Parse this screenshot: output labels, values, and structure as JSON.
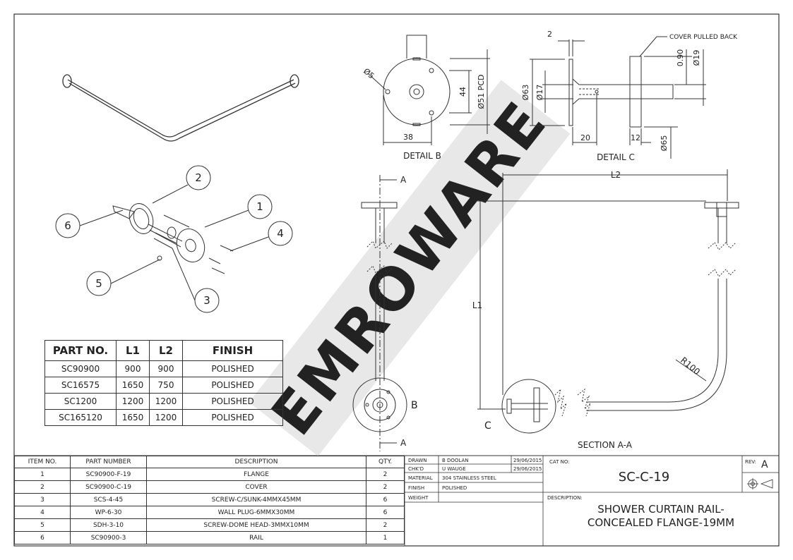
{
  "watermark": "EMROWARE",
  "details": {
    "detail_b": {
      "title": "DETAIL B",
      "dims": {
        "hole": "Ø5",
        "height": "44",
        "pcd": "Ø51 PCD",
        "width": "38"
      }
    },
    "detail_c": {
      "title": "DETAIL C",
      "dims": {
        "top": "2",
        "cover_pulled_back": "COVER PULLED BACK",
        "d63": "Ø63",
        "d17": "Ø17",
        "d090": "0.90",
        "d19": "Ø19",
        "d65": "Ø65",
        "w20": "20",
        "w12": "12"
      }
    },
    "section": {
      "title": "SECTION A-A",
      "label_a": "A",
      "label_b": "B",
      "label_c": "C",
      "l1": "L1",
      "l2": "L2",
      "radius": "R100"
    },
    "balloons": [
      "1",
      "2",
      "3",
      "4",
      "5",
      "6"
    ]
  },
  "part_table": {
    "headers": [
      "PART NO.",
      "L1",
      "L2",
      "FINISH"
    ],
    "rows": [
      [
        "SC90900",
        "900",
        "900",
        "POLISHED"
      ],
      [
        "SC16575",
        "1650",
        "750",
        "POLISHED"
      ],
      [
        "SC1200",
        "1200",
        "1200",
        "POLISHED"
      ],
      [
        "SC165120",
        "1650",
        "1200",
        "POLISHED"
      ]
    ]
  },
  "bom_table": {
    "headers": [
      "ITEM NO.",
      "PART NUMBER",
      "DESCRIPTION",
      "QTY."
    ],
    "rows": [
      [
        "1",
        "SC90900-F-19",
        "FLANGE",
        "2"
      ],
      [
        "2",
        "SC90900-C-19",
        "COVER",
        "2"
      ],
      [
        "3",
        "SCS-4-45",
        "SCREW-C/SUNK-4MMX45MM",
        "6"
      ],
      [
        "4",
        "WP-6-30",
        "WALL PLUG-6MMX30MM",
        "6"
      ],
      [
        "5",
        "SDH-3-10",
        "SCREW-DOME HEAD-3MMX10MM",
        "2"
      ],
      [
        "6",
        "SC90900-3",
        "RAIL",
        "1"
      ]
    ]
  },
  "title_block": {
    "drawn_label": "DRAWN",
    "drawn_by": "B DOOLAN",
    "drawn_date": "29/06/2015",
    "chkd_label": "CHK'D",
    "chkd_by": "U WAUGE",
    "chkd_date": "29/06/2015",
    "material_label": "MATERIAL",
    "material": "304 STAINLESS STEEL",
    "finish_label": "FINISH",
    "finish": "POLISHED",
    "weight_label": "WEIGHT",
    "cat_no_label": "CAT NO:",
    "cat_no": "SC-C-19",
    "rev_label": "REV:",
    "rev": "A",
    "description_label": "DESCRIPTION:",
    "description_line1": "SHOWER CURTAIN RAIL-",
    "description_line2": "CONCEALED FLANGE-19MM"
  }
}
